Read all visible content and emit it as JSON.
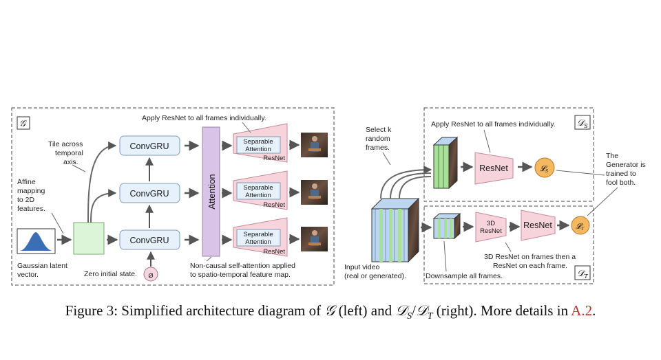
{
  "generator": {
    "badge": "𝒢",
    "affine_label": [
      "Affine",
      "mapping",
      "to 2D",
      "features."
    ],
    "gaussian_label": [
      "Gaussian latent",
      "vector."
    ],
    "tile_label": [
      "Tile across",
      "temporal",
      "axis."
    ],
    "zero_state_label": "Zero initial state.",
    "zero_state_symbol": "⌀",
    "convgru": [
      "ConvGRU",
      "ConvGRU",
      "ConvGRU"
    ],
    "attention": "Attention",
    "apply_resnet_label": "Apply ResNet to all frames individually.",
    "separable_attention": [
      [
        "Separable",
        "Attention"
      ],
      [
        "Separable",
        "Attention"
      ],
      [
        "Separable",
        "Attention"
      ]
    ],
    "resnet": [
      "ResNet",
      "ResNet",
      "ResNet"
    ],
    "noncausal_label": [
      "Non-causal self-attention applied",
      "to spatio-temporal feature map."
    ]
  },
  "discriminators": {
    "ds_badge": "𝒟",
    "ds_sub": "S",
    "dt_badge": "𝒟",
    "dt_sub": "T",
    "select_label": [
      "Select k",
      "random",
      "frames."
    ],
    "apply_resnet_label": "Apply ResNet to all frames individually.",
    "ds_resnet": "ResNet",
    "ds_output": "𝓛",
    "ds_output_sub": "S",
    "trained_label": [
      "The",
      "Generator is",
      "trained to",
      "fool both."
    ],
    "input_video_label": [
      "Input video",
      "(real or generated)."
    ],
    "downsample_label": "Downsample all frames.",
    "resnet3d": [
      "3D",
      "ResNet"
    ],
    "dt_resnet": "ResNet",
    "dt_output": "𝓛",
    "dt_output_sub": "T",
    "resnet3d_desc": [
      "3D ResNet on frames then a",
      "ResNet on each frame."
    ]
  },
  "caption": {
    "prefix": "Figure 3: Simplified architecture diagram of ",
    "g": "𝒢",
    "mid1": " (left) and ",
    "ds": "𝒟",
    "ds_sub": "S",
    "slash": "/",
    "dt": "𝒟",
    "dt_sub": "T",
    "mid2": " (right). More details in ",
    "ref": "A.2",
    "end": "."
  },
  "colors": {
    "convgru_fill": "#e6f1fb",
    "convgru_stroke": "#7f9cb8",
    "attention_fill": "#d9c3e6",
    "resnet_fill": "#f7d3dc",
    "resnet_stroke": "#c48a98",
    "green_fill": "#dcf5d8",
    "output_fill": "#f4b860",
    "frame_blue": "#bcd6ef",
    "frame_green": "#a8e09a",
    "caption_ref": "#c0302b"
  }
}
